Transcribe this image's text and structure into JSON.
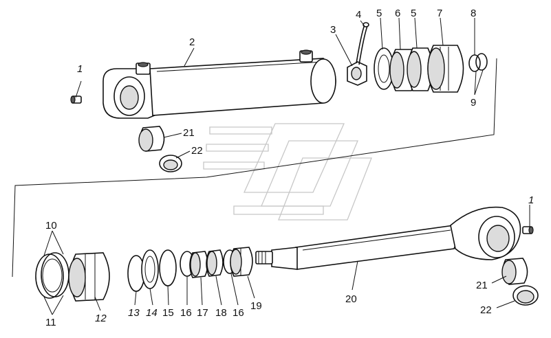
{
  "diagram": {
    "callouts": {
      "c1a": "1",
      "c2": "2",
      "c3": "3",
      "c4": "4",
      "c5a": "5",
      "c6": "6",
      "c5b": "5",
      "c7": "7",
      "c8": "8",
      "c9": "9",
      "c21a": "21",
      "c22a": "22",
      "c10": "10",
      "c11": "11",
      "c12": "12",
      "c13": "13",
      "c14": "14",
      "c15": "15",
      "c16a": "16",
      "c17": "17",
      "c18": "18",
      "c16b": "16",
      "c19": "19",
      "c20": "20",
      "c1b": "1",
      "c21b": "21",
      "c22b": "22"
    }
  }
}
